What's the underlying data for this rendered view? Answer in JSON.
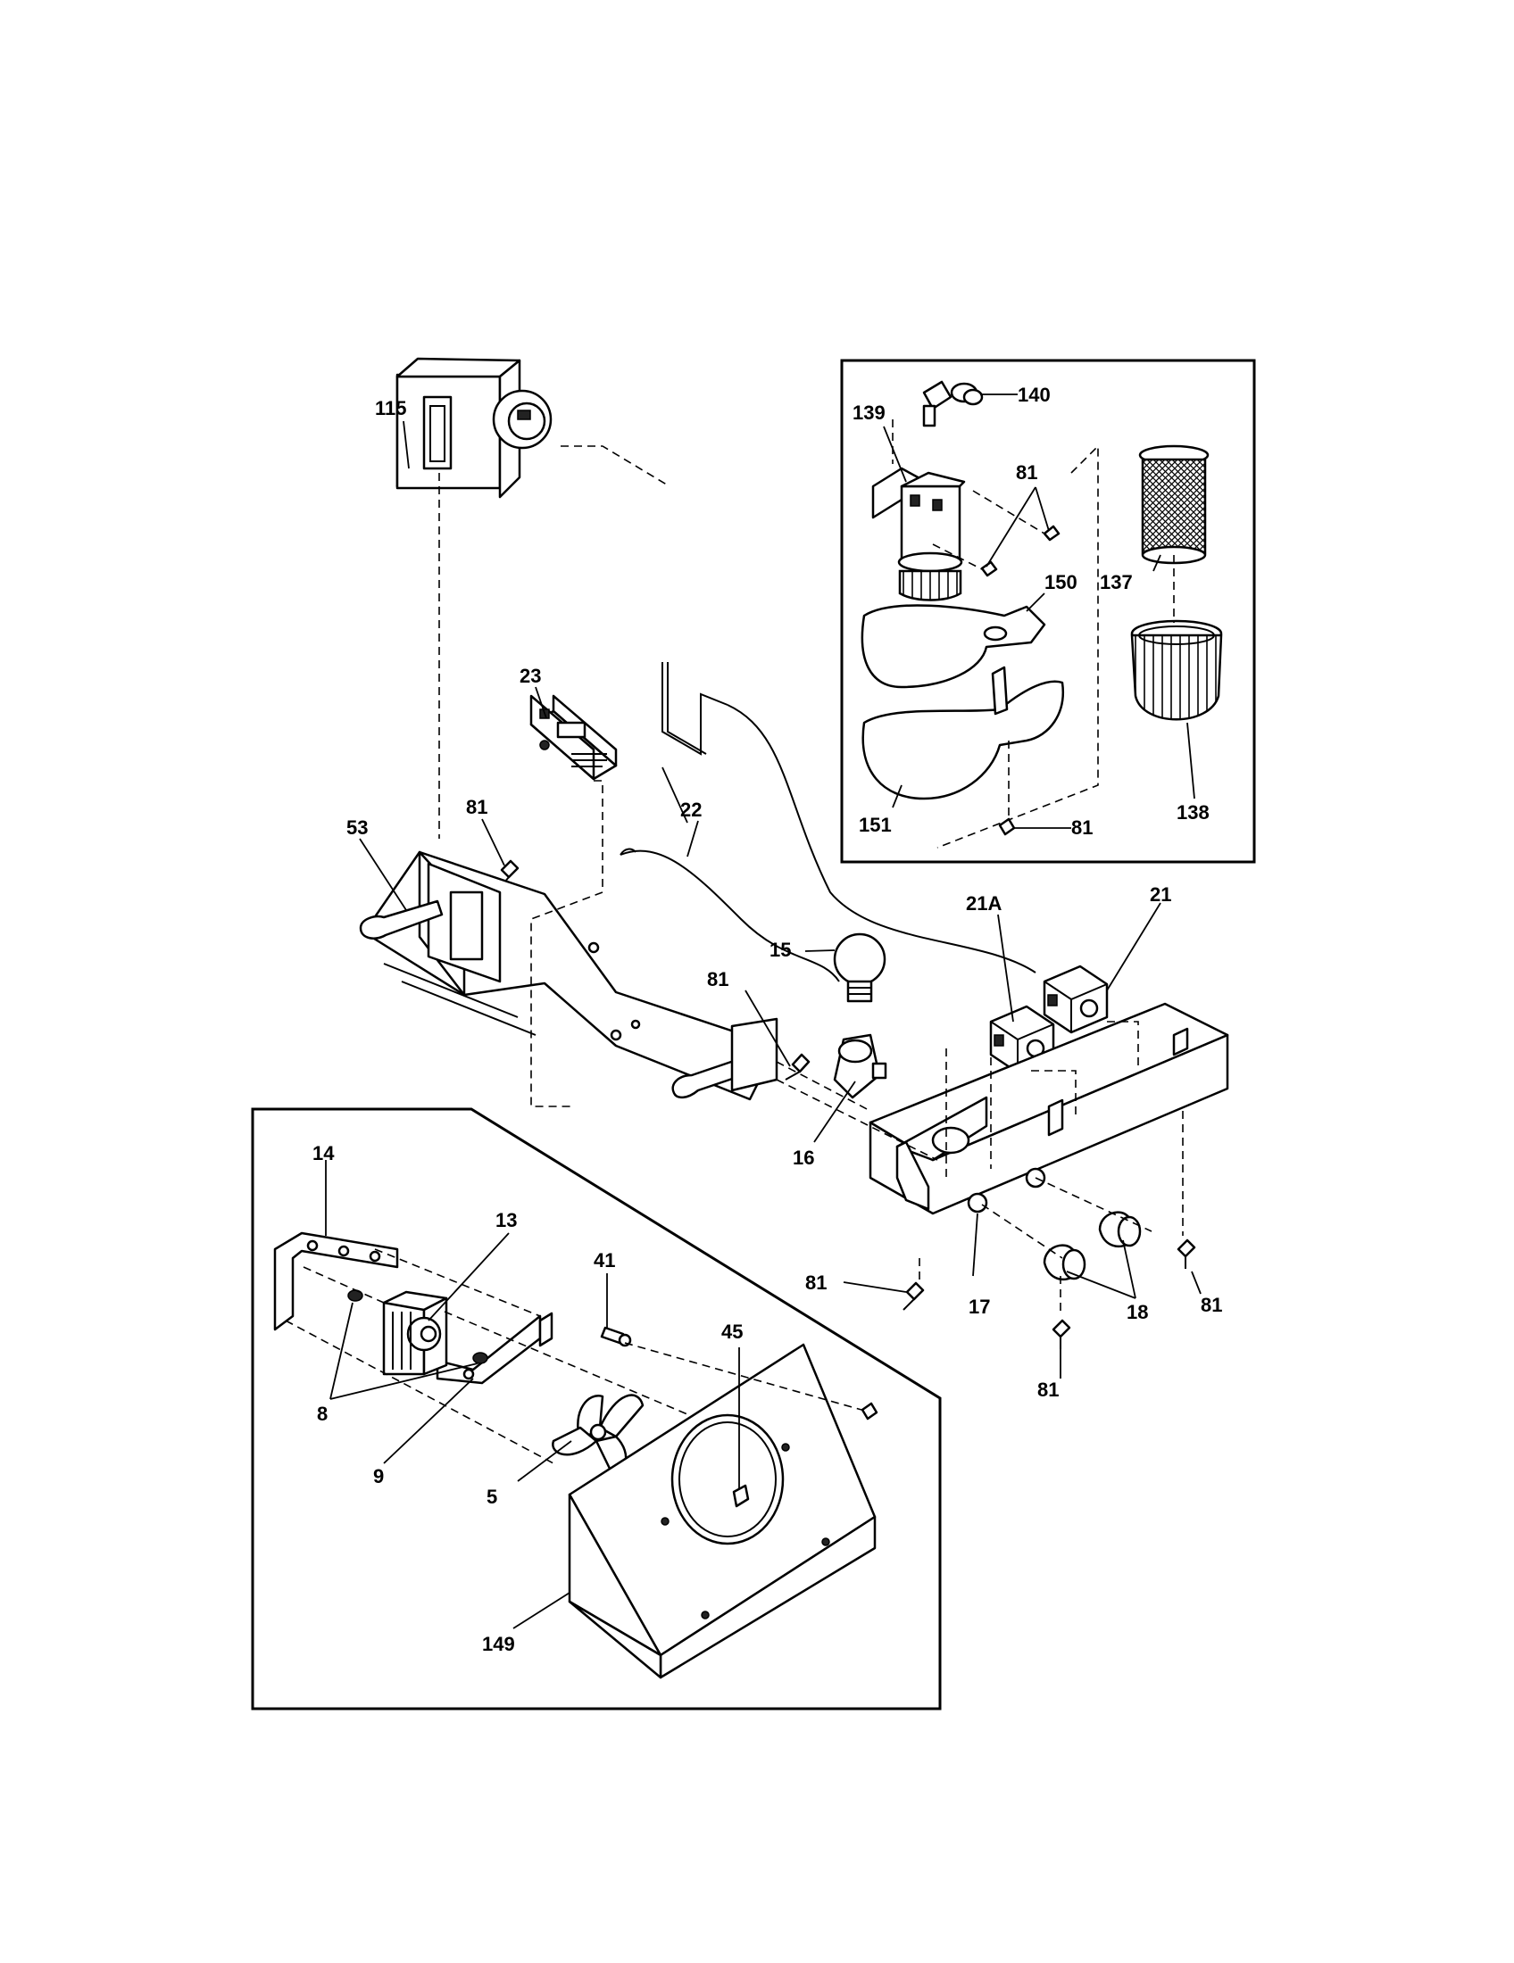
{
  "callouts": {
    "p115": "115",
    "p23": "23",
    "p81_board": "81",
    "p53": "53",
    "p22": "22",
    "p15": "15",
    "p81_socket": "81",
    "p16": "16",
    "p21A": "21A",
    "p21": "21",
    "p17": "17",
    "p18": "18",
    "p81_housing_left": "81",
    "p81_housing_mid": "81",
    "p81_housing_right": "81",
    "p14": "14",
    "p13": "13",
    "p41": "41",
    "p45": "45",
    "p8": "8",
    "p9": "9",
    "p5": "5",
    "p149": "149",
    "p139": "139",
    "p140": "140",
    "p81_filter_a": "81",
    "p150": "150",
    "p137": "137",
    "p151": "151",
    "p81_filter_b": "81",
    "p138": "138"
  }
}
